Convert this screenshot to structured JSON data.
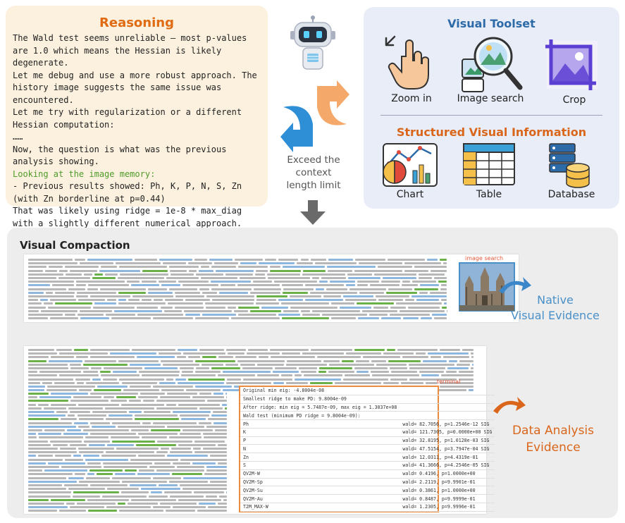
{
  "reasoning": {
    "title": "Reasoning",
    "lines": [
      "The Wald test seems unreliable — most p-values are 1.0 which means the Hessian is likely degenerate.",
      "Let me debug and use a more robust approach. The history image suggests the same issue was encountered.",
      "Let me try with regularization or a different Hessian computation:",
      "……",
      "Now, the question is what was the previous analysis showing.",
      "Looking at the image memory:",
      "- Previous results showed: Ph, K, P, N, S, Zn (with Zn borderline at p=0.44)",
      "That was likely using ridge = 1e-8 * max_diag with a slightly different numerical approach.",
      "……"
    ]
  },
  "middle": {
    "limit_text": [
      "Exceed the",
      "context",
      "length limit"
    ],
    "icons": [
      "robot-icon",
      "cycle-arrows-icon",
      "down-arrow-icon"
    ]
  },
  "toolset": {
    "title": "Visual Toolset",
    "tools": [
      {
        "label": "Zoom in",
        "icon": "zoom-hand-icon"
      },
      {
        "label": "Image search",
        "icon": "image-search-icon"
      },
      {
        "label": "Crop",
        "icon": "crop-icon"
      }
    ],
    "structured_title": "Structured Visual Information",
    "structured": [
      {
        "label": "Chart",
        "icon": "chart-icon"
      },
      {
        "label": "Table",
        "icon": "table-icon"
      },
      {
        "label": "Database",
        "icon": "database-icon"
      }
    ]
  },
  "compaction": {
    "title": "Visual Compaction",
    "image_search_label": "image search",
    "terminal_label": "terminal",
    "native_evidence": [
      "Native",
      "Visual Evidence"
    ],
    "data_evidence": [
      "Data Analysis",
      "Evidence"
    ],
    "terminal_rows": [
      [
        "Original min eig: -4.8004e-08",
        ""
      ],
      [
        "Smallest ridge to make PD: 9.8004e-09",
        ""
      ],
      [
        "After ridge: min eig = 5.7487e-09, max eig = 1.3037e+08",
        ""
      ],
      [
        "Wald test (minimum PD ridge = 9.8004e-09):",
        ""
      ],
      [
        "Ph",
        "wald=    82.7056, p=1.2546e-12 SIG"
      ],
      [
        "K",
        "wald=   121.7305, p=0.0000e+00 SIG"
      ],
      [
        "P",
        "wald=    32.8195, p=1.0128e-03 SIG"
      ],
      [
        "N",
        "wald=    47.5154, p=3.7947e-04 SIG"
      ],
      [
        "Zn",
        "wald=    12.0311, p=4.4319e-01"
      ],
      [
        "S",
        "wald=    41.3666, p=4.2546e-05 SIG"
      ],
      [
        "QV2M-W",
        "wald=     0.4196, p=1.0000e+00"
      ],
      [
        "QV2M-Sp",
        "wald=     2.2119, p=9.9901e-01"
      ],
      [
        "QV2M-Su",
        "wald=     0.3861, p=1.0000e+00"
      ],
      [
        "QV2M-Au",
        "wald=     0.8487, p=9.9999e-01"
      ],
      [
        "T2M_MAX-W",
        "wald=     1.2305, p=9.9996e-01"
      ]
    ]
  },
  "colors": {
    "orange": "#e06b12",
    "blue": "#4a90c8",
    "green": "#4f9a2a",
    "terminal_border": "#ee8a3e"
  }
}
